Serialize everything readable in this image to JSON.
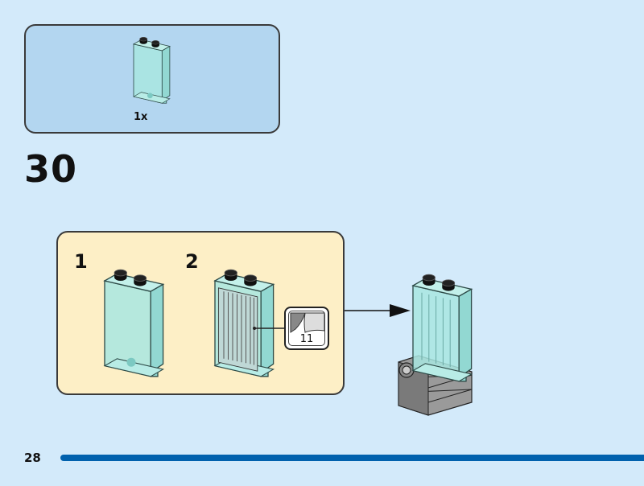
{
  "parts_callout": {
    "quantity": "1x",
    "part": "transparent-light-blue-panel-1x2x3"
  },
  "step": {
    "number": "30"
  },
  "substeps": [
    {
      "number": "1",
      "part": "transparent-light-blue-panel-1x2x3"
    },
    {
      "number": "2",
      "part": "panel-with-sticker"
    }
  ],
  "sticker": {
    "number": "11"
  },
  "footer": {
    "page_number": "28"
  },
  "colors": {
    "background": "#d3eafa",
    "parts_box": "#b3d6f0",
    "substep_box": "#fdefc6",
    "accent_bar": "#0061ad",
    "trans_panel": "#a8e6e0"
  }
}
